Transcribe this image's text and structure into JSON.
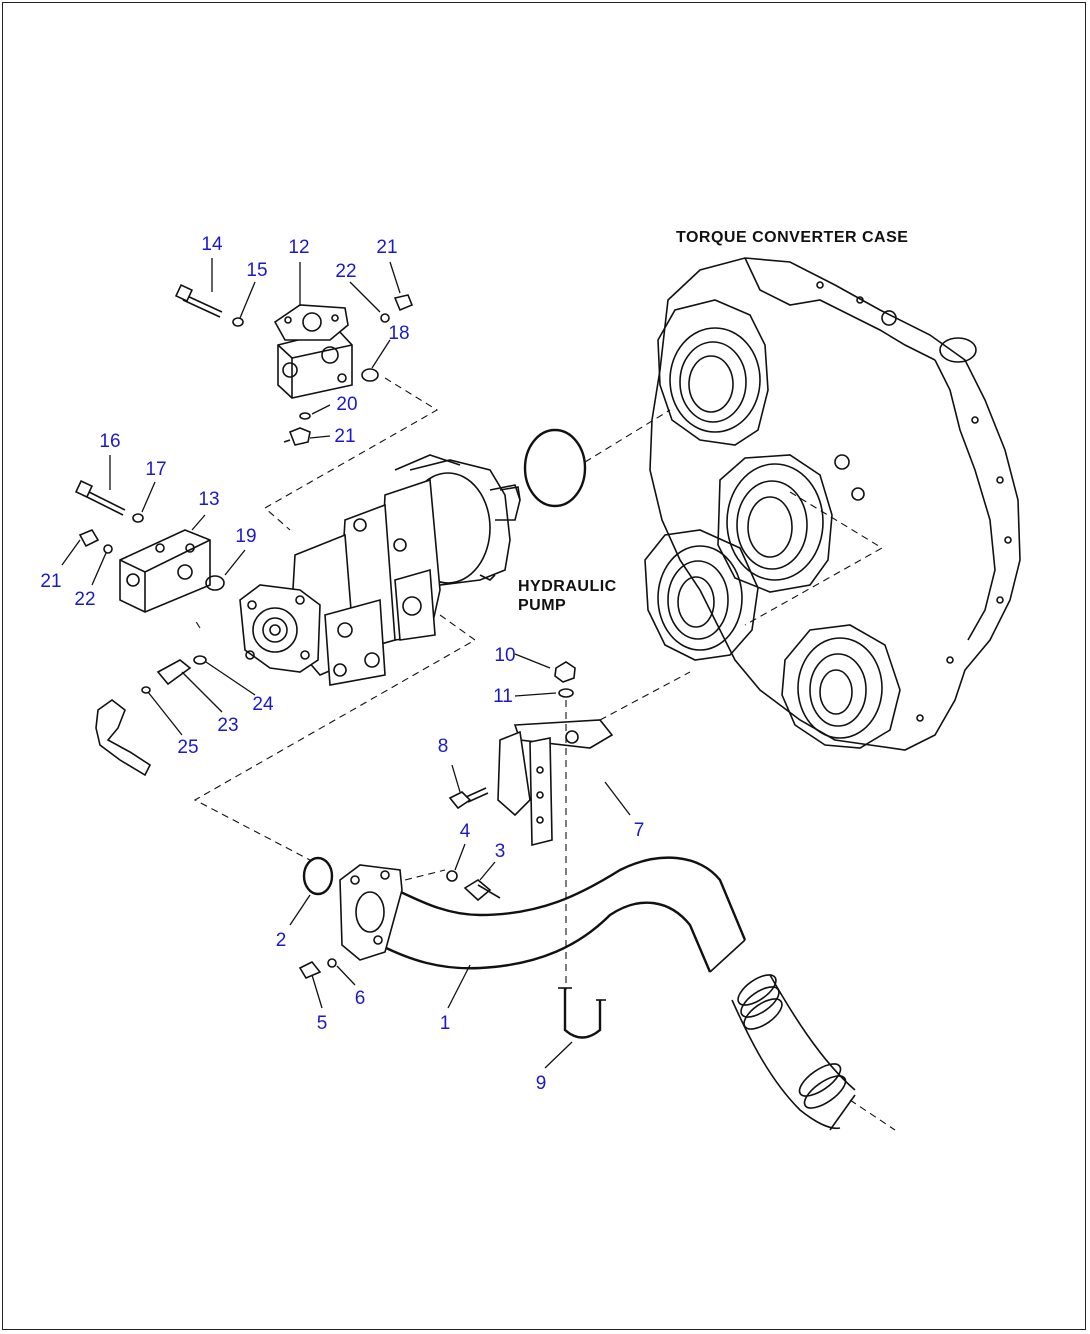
{
  "captions": {
    "torque_converter_case": "TORQUE CONVERTER CASE",
    "hydraulic_pump_line1": "HYDRAULIC",
    "hydraulic_pump_line2": "PUMP"
  },
  "callouts": {
    "c1": "1",
    "c2": "2",
    "c3": "3",
    "c4": "4",
    "c5": "5",
    "c6": "6",
    "c7": "7",
    "c8": "8",
    "c9": "9",
    "c10": "10",
    "c11": "11",
    "c12": "12",
    "c13": "13",
    "c14": "14",
    "c15": "15",
    "c16": "16",
    "c17": "17",
    "c18": "18",
    "c19": "19",
    "c20": "20",
    "c21a": "21",
    "c21b": "21",
    "c21c": "21",
    "c22a": "22",
    "c22b": "22",
    "c23": "23",
    "c24": "24",
    "c25": "25"
  },
  "colors": {
    "callout": "#1a1acc",
    "line": "#111111",
    "background": "#ffffff"
  }
}
